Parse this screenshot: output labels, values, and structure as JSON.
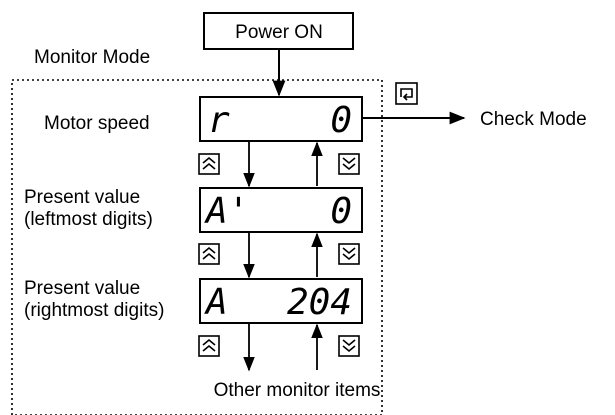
{
  "power_label": "Power ON",
  "mode_title": "Monitor Mode",
  "check_mode_label": "Check Mode",
  "footer_label": "Other monitor items",
  "mode_key_icon": "mode-loop-icon",
  "up_key_icon": "up-double-chevron-icon",
  "down_key_icon": "down-double-chevron-icon",
  "rows": [
    {
      "label_lines": [
        "Motor speed"
      ],
      "display_left": "r",
      "display_right": "0"
    },
    {
      "label_lines": [
        "Present value",
        "(leftmost digits)"
      ],
      "display_left": "A'",
      "display_right": "0"
    },
    {
      "label_lines": [
        "Present value",
        "(rightmost digits)"
      ],
      "display_left": "A",
      "display_right": "204"
    }
  ]
}
